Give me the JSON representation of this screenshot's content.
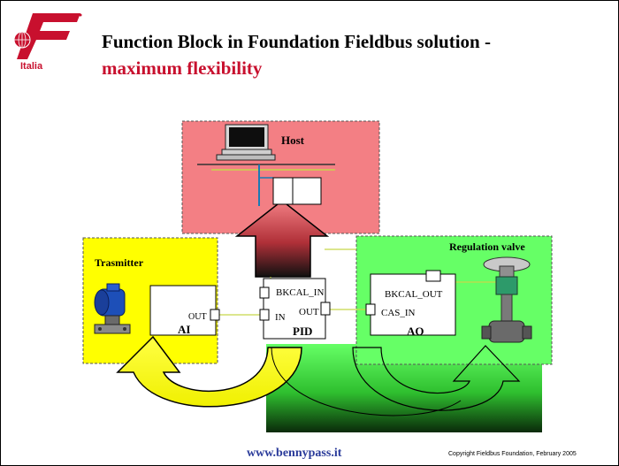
{
  "slide": {
    "title_line1": "Function Block in Foundation Fieldbus solution -",
    "title_line2": "maximum flexibility",
    "logo_text": "Italia",
    "footer_link": "www.bennypass.it",
    "footer_copyright": "Copyright Fieldbus Foundation,  February 2005"
  },
  "diagram": {
    "host_label": "Host",
    "transmitter_label": "Trasmitter",
    "valve_label": "Regulation valve",
    "ai_block": {
      "name": "AI",
      "out": "OUT"
    },
    "pid_block": {
      "name": "PID",
      "bkcal_in": "BKCAL_IN",
      "in": "IN",
      "out": "OUT"
    },
    "ao_block": {
      "name": "AO",
      "bkcal_out": "BKCAL_OUT",
      "cas_in": "CAS_IN"
    }
  },
  "colors": {
    "host_fill": "#f37f84",
    "transmitter_fill": "#ffff00",
    "valve_fill": "#66ff66",
    "title_red": "#c8102e",
    "link_blue": "#2a3b9a"
  }
}
